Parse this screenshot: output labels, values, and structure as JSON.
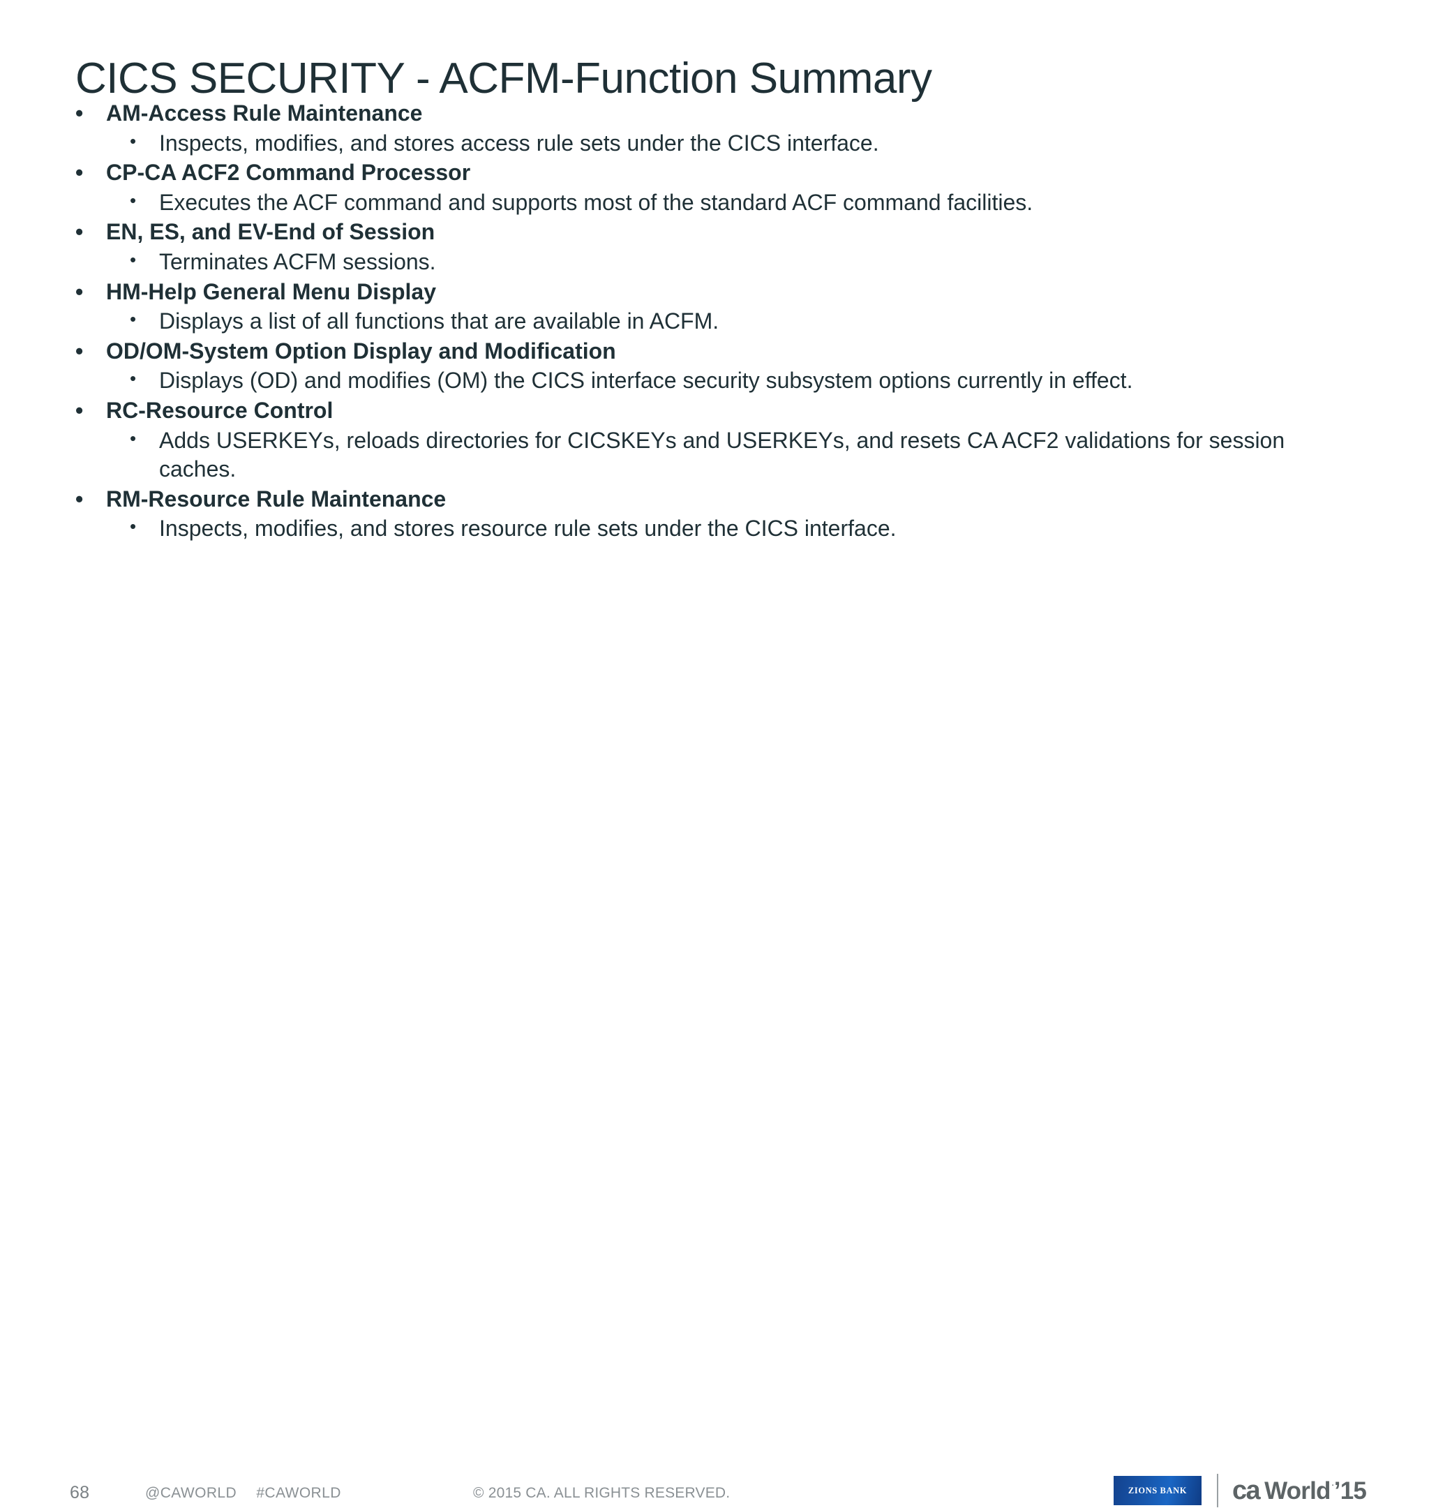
{
  "slide": {
    "title": "CICS SECURITY - ACFM-Function Summary",
    "bullet_glyph": "•",
    "items": [
      {
        "level": 1,
        "text": "AM-Access Rule Maintenance"
      },
      {
        "level": 2,
        "text": "Inspects, modifies, and stores access rule sets under the CICS interface."
      },
      {
        "level": 1,
        "text": "CP-CA ACF2 Command Processor"
      },
      {
        "level": 2,
        "text": "Executes the ACF command and supports most of the standard ACF command facilities."
      },
      {
        "level": 1,
        "text": "EN, ES, and EV-End of Session"
      },
      {
        "level": 2,
        "text": "Terminates ACFM sessions."
      },
      {
        "level": 1,
        "text": "HM-Help General Menu Display"
      },
      {
        "level": 2,
        "text": "Displays a list of all functions that are available in ACFM."
      },
      {
        "level": 1,
        "text": "OD/OM-System Option Display and Modification"
      },
      {
        "level": 2,
        "text": "Displays (OD) and modifies (OM) the CICS interface security subsystem options currently in effect."
      },
      {
        "level": 1,
        "text": "RC-Resource Control"
      },
      {
        "level": 2,
        "text": "Adds USERKEYs, reloads directories for CICSKEYs and USERKEYs, and resets CA ACF2 validations for session caches."
      },
      {
        "level": 1,
        "text": "RM-Resource Rule Maintenance"
      },
      {
        "level": 2,
        "text": "Inspects, modifies, and stores resource rule sets under the CICS interface."
      }
    ]
  },
  "footer": {
    "page_number": "68",
    "social_handle": "@CAWORLD",
    "social_hashtag": "#CAWORLD",
    "copyright": "© 2015 CA. ALL RIGHTS RESERVED.",
    "sponsor_logo_text": "ZIONS BANK",
    "brand_logo": {
      "ca": "ca",
      "world": "World",
      "dot": "·",
      "year": "’15"
    }
  },
  "colors": {
    "text": "#1f3036",
    "footer_text": "#8a9094",
    "page_number": "#7a8084",
    "sponsor_blue": "#1757ad",
    "brand_gray": "#5d6466",
    "background": "#ffffff"
  }
}
